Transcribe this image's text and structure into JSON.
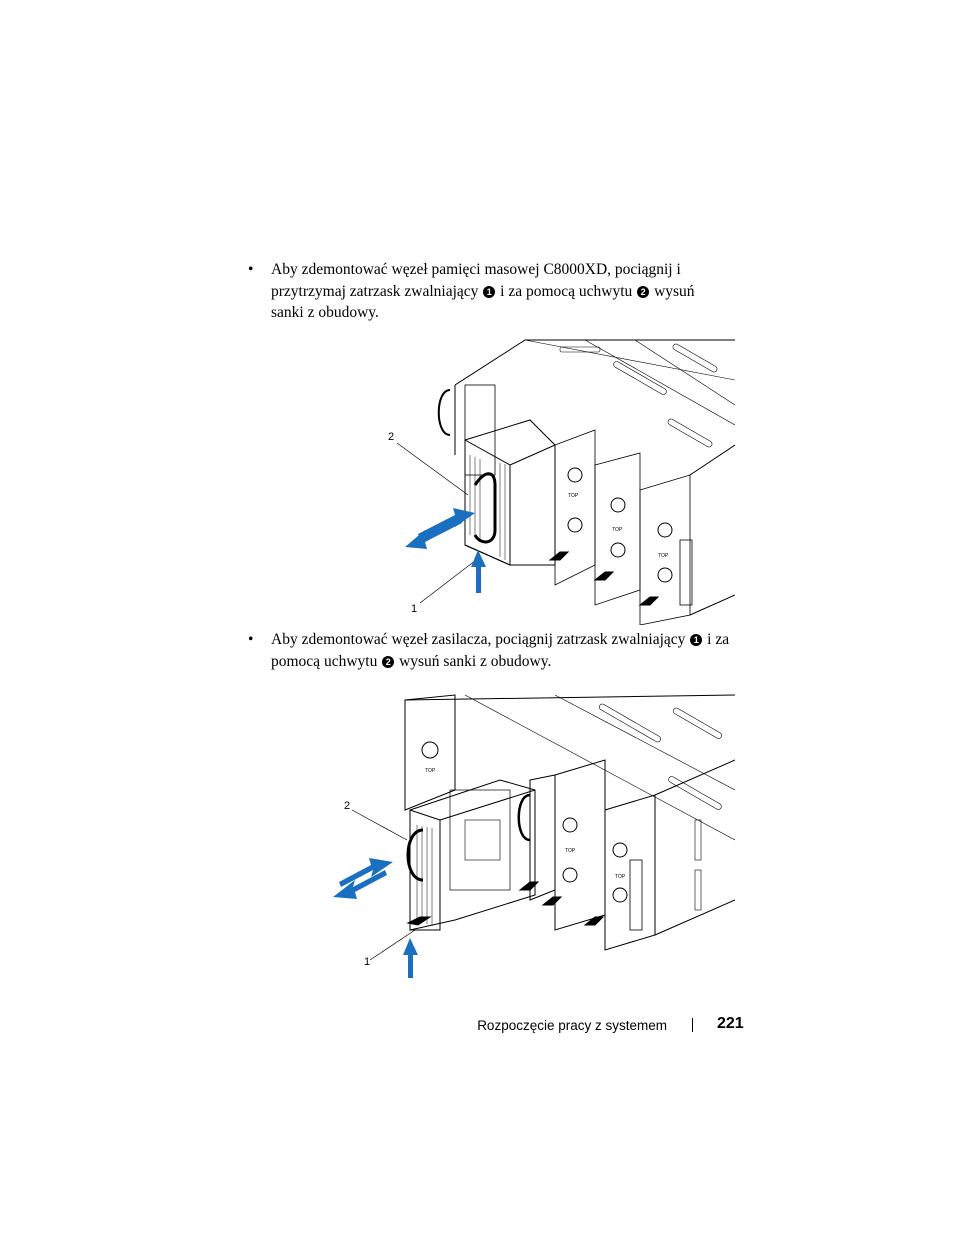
{
  "instructions": [
    {
      "marker": "•",
      "text_1": "Aby zdemontować węzeł pamięci masowej C8000XD, pociągnij i przytrzymaj zatrzask zwalniający ",
      "callout_1": "1",
      "text_2": " i za pomocą uchwytu ",
      "callout_2": "2",
      "text_3": " wysuń sanki z obudowy."
    },
    {
      "marker": "•",
      "text_1": "Aby zdemontować węzeł zasilacza, pociągnij zatrzask zwalniający ",
      "callout_1": "1",
      "text_2": " i za pomocą uchwytu ",
      "callout_2": "2",
      "text_3": " wysuń sanki z obudowy."
    }
  ],
  "figures": [
    {
      "callouts": [
        "2",
        "1"
      ],
      "label_top": "TOP"
    },
    {
      "callouts": [
        "2",
        "1"
      ],
      "label_top": "TOP"
    }
  ],
  "footer": {
    "section": "Rozpoczęcie pracy z systemem",
    "page_number": "221"
  },
  "colors": {
    "arrow": "#1b6fc1",
    "line": "#000000"
  }
}
